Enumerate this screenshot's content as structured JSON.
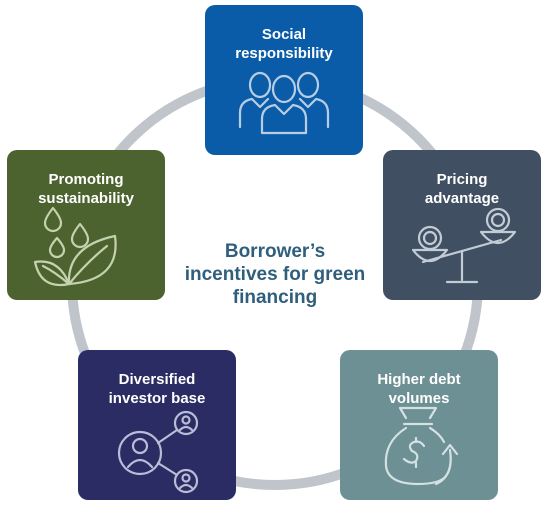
{
  "title_lines": [
    "Borrower’s",
    "incentives for green",
    "financing"
  ],
  "incentives": {
    "social": {
      "lines": [
        "Social",
        "responsibility"
      ],
      "icon": "people-group-icon",
      "color": "#0a5ca8"
    },
    "pricing": {
      "lines": [
        "Pricing",
        "advantage"
      ],
      "icon": "balance-scale-coins-icon",
      "color": "#404f61"
    },
    "debt": {
      "lines": [
        "Higher debt",
        "volumes"
      ],
      "icon": "money-bag-growth-icon",
      "color": "#6c9093"
    },
    "investor": {
      "lines": [
        "Diversified",
        "investor base"
      ],
      "icon": "network-people-icon",
      "color": "#2a2c63"
    },
    "sustain": {
      "lines": [
        "Promoting",
        "sustainability"
      ],
      "icon": "leaves-water-drops-icon",
      "color": "#4c6330"
    }
  },
  "ring_color": "#bfc5ca"
}
